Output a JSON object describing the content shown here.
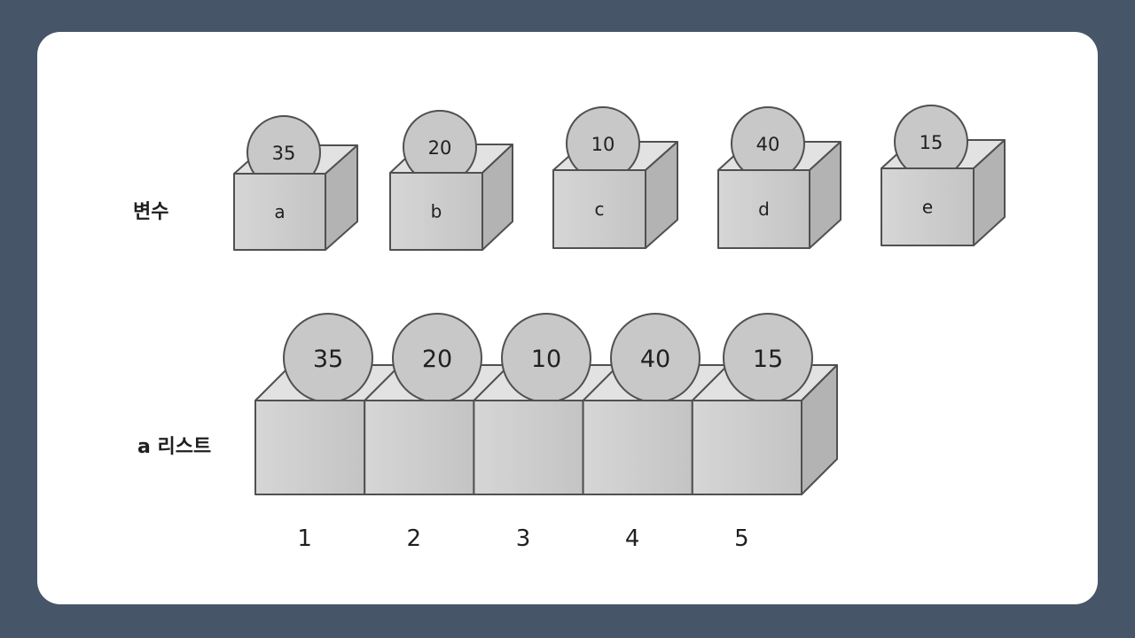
{
  "variables": {
    "row_label": "변수",
    "items": [
      {
        "name": "a",
        "value": "35"
      },
      {
        "name": "b",
        "value": "20"
      },
      {
        "name": "c",
        "value": "10"
      },
      {
        "name": "d",
        "value": "40"
      },
      {
        "name": "e",
        "value": "15"
      }
    ]
  },
  "list": {
    "row_label": "a 리스트",
    "cells": [
      {
        "index": "1",
        "value": "35"
      },
      {
        "index": "2",
        "value": "20"
      },
      {
        "index": "3",
        "value": "10"
      },
      {
        "index": "4",
        "value": "40"
      },
      {
        "index": "5",
        "value": "15"
      }
    ]
  },
  "colors": {
    "background": "#475569",
    "card": "#ffffff",
    "box_front": "#cfcfcf",
    "box_side": "#b3b3b3",
    "coin": "#c8c8c8",
    "stroke": "#505050"
  }
}
